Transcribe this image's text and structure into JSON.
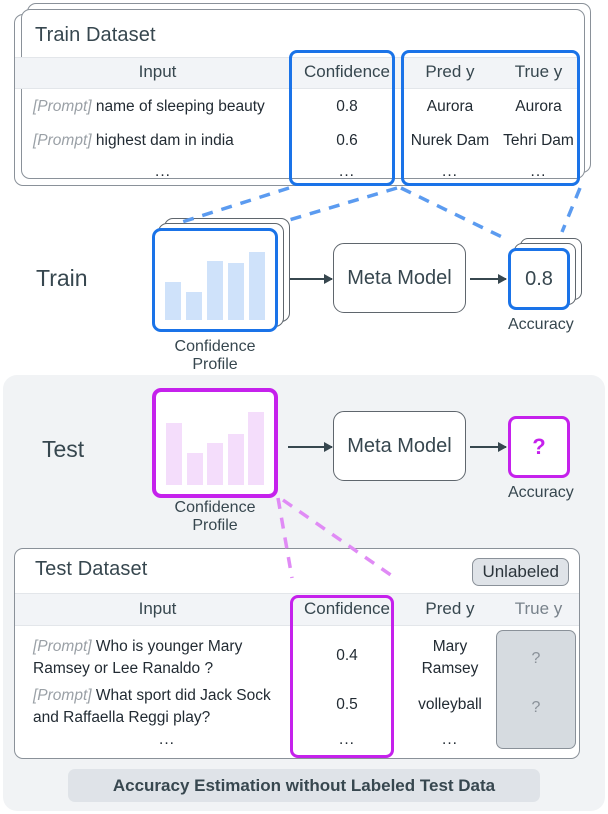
{
  "colors": {
    "train_accent": "#1a73e8",
    "test_accent": "#c521ec",
    "train_bar": "#cfe2fa",
    "test_bar": "#f4ddfb",
    "panel_bg": "#f1f3f5",
    "header_band": "#f2f4f7",
    "text": "#37474f",
    "muted": "#9aa0a6"
  },
  "train": {
    "row_label": "Train",
    "dataset": {
      "title": "Train Dataset",
      "columns": [
        "Input",
        "Confidence",
        "Pred y",
        "True y"
      ],
      "rows": [
        {
          "prompt_tag": "[Prompt]",
          "input": "name of sleeping beauty",
          "confidence": "0.8",
          "pred_y": "Aurora",
          "true_y": "Aurora"
        },
        {
          "prompt_tag": "[Prompt]",
          "input": "highest dam in india",
          "confidence": "0.6",
          "pred_y": "Nurek Dam",
          "true_y": "Tehri Dam"
        },
        {
          "prompt_tag": "",
          "input": "...",
          "confidence": "...",
          "pred_y": "...",
          "true_y": "..."
        }
      ]
    },
    "profile_caption": "Confidence Profile",
    "meta_model_label": "Meta Model",
    "accuracy_value": "0.8",
    "accuracy_caption": "Accuracy"
  },
  "test": {
    "row_label": "Test",
    "dataset": {
      "title": "Test Dataset",
      "badge": "Unlabeled",
      "columns": [
        "Input",
        "Confidence",
        "Pred y",
        "True y"
      ],
      "rows": [
        {
          "prompt_tag": "[Prompt]",
          "input_line1": "Who is younger Mary",
          "input_line2": "Ramsey or Lee Ranaldo ?",
          "confidence": "0.4",
          "pred_y_line1": "Mary",
          "pred_y_line2": "Ramsey",
          "true_y": "?"
        },
        {
          "prompt_tag": "[Prompt]",
          "input_line1": "What sport did Jack Sock",
          "input_line2": "and Raffaella Reggi play?",
          "confidence": "0.5",
          "pred_y_line1": "volleyball",
          "pred_y_line2": "",
          "true_y": "?"
        },
        {
          "prompt_tag": "",
          "input_line1": "...",
          "input_line2": "",
          "confidence": "...",
          "pred_y_line1": "...",
          "pred_y_line2": "",
          "true_y": ""
        }
      ]
    },
    "profile_caption": "Confidence Profile",
    "meta_model_label": "Meta Model",
    "accuracy_value": "?",
    "accuracy_caption": "Accuracy"
  },
  "footer": {
    "banner": "Accuracy Estimation without Labeled Test Data"
  },
  "chart_data": [
    {
      "type": "bar",
      "title": "Confidence Profile",
      "series_name": "Train confidence profile",
      "categories": [
        "b1",
        "b2",
        "b3",
        "b4",
        "b5"
      ],
      "values": [
        0.5,
        0.37,
        0.76,
        0.74,
        0.88
      ],
      "ylim": [
        0,
        1
      ],
      "xlabel": "",
      "ylabel": "",
      "grid": false,
      "legend": "none",
      "bar_color": "#cfe2fa"
    },
    {
      "type": "bar",
      "title": "Confidence Profile",
      "series_name": "Test confidence profile",
      "categories": [
        "b1",
        "b2",
        "b3",
        "b4",
        "b5"
      ],
      "values": [
        0.77,
        0.4,
        0.52,
        0.63,
        0.9
      ],
      "ylim": [
        0,
        1
      ],
      "xlabel": "",
      "ylabel": "",
      "grid": false,
      "legend": "none",
      "bar_color": "#f4ddfb"
    }
  ]
}
